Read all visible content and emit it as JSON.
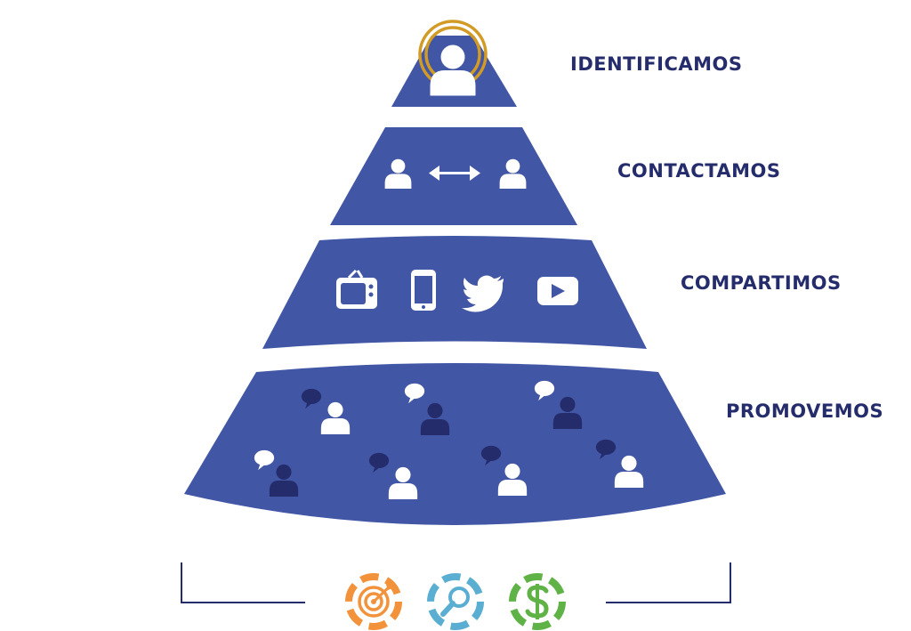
{
  "colors": {
    "tier_fill": "#4156a5",
    "label_text": "#252c6c",
    "icon_light": "#ffffff",
    "icon_dark": "#252c6c",
    "halo_gold": "#d29b26",
    "bracket_line": "#252c6c",
    "target_orange": "#f2923a",
    "search_teal": "#5aaed2",
    "dollar_green": "#5fb346"
  },
  "tiers": [
    {
      "label": "IDENTIFICAMOS",
      "icons": [
        "highlighted-user-icon"
      ]
    },
    {
      "label": "CONTACTAMOS",
      "icons": [
        "user-icon",
        "double-arrow-icon",
        "user-icon"
      ]
    },
    {
      "label": "COMPARTIMOS",
      "icons": [
        "tv-icon",
        "smartphone-icon",
        "twitter-bird-icon",
        "youtube-play-icon"
      ]
    },
    {
      "label": "PROMOVEMOS",
      "icons": [
        "user-speech-bubble-icon",
        "user-speech-bubble-icon",
        "user-speech-bubble-icon",
        "user-speech-bubble-icon",
        "user-speech-bubble-icon",
        "user-speech-bubble-icon",
        "user-speech-bubble-icon"
      ]
    }
  ],
  "bottom_icons": [
    "target-icon",
    "magnifier-icon",
    "dollar-icon"
  ]
}
